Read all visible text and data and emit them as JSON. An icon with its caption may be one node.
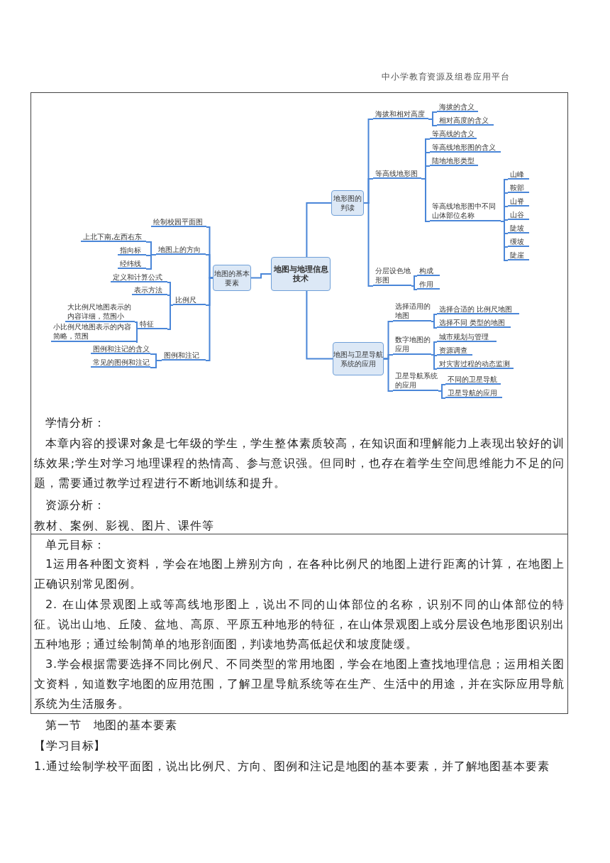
{
  "diagram": {
    "nodes": [
      {
        "text": [
          "地图与地理信息技术"
        ]
      },
      {
        "text": [
          "地图的基本要素"
        ]
      },
      {
        "text": [
          "绘制校园平面图"
        ]
      },
      {
        "text": [
          "地图上的方向"
        ]
      },
      {
        "text": [
          "上北下南,左西右东"
        ]
      },
      {
        "text": [
          "指向标"
        ]
      },
      {
        "text": [
          "经纬线"
        ]
      },
      {
        "text": [
          "比例尺"
        ]
      },
      {
        "text": [
          "定义和计算公式"
        ]
      },
      {
        "text": [
          "表示方法"
        ]
      },
      {
        "text": [
          "特征"
        ]
      },
      {
        "text": [
          "大比例尺地图表示的内容详细，范围小"
        ]
      },
      {
        "text": [
          "小比例尺地图表示的内容简略，范围"
        ]
      },
      {
        "text": [
          "图例和注记"
        ]
      },
      {
        "text": [
          "图例和注记的含义"
        ]
      },
      {
        "text": [
          "常见的图例和注记"
        ]
      },
      {
        "text": [
          "地形图的判读"
        ]
      },
      {
        "text": [
          "海拔和相对高度"
        ]
      },
      {
        "text": [
          "海拔的含义"
        ]
      },
      {
        "text": [
          "相对高度的含义"
        ]
      },
      {
        "text": [
          "等高线地形图"
        ]
      },
      {
        "text": [
          "等高线的含义"
        ]
      },
      {
        "text": [
          "等高线地形图的含义"
        ]
      },
      {
        "text": [
          "陆地地形类型"
        ]
      },
      {
        "text": [
          "等高线地形图中不同山体部位名称"
        ]
      },
      {
        "text": [
          "山峰"
        ]
      },
      {
        "text": [
          "鞍部"
        ]
      },
      {
        "text": [
          "山脊"
        ]
      },
      {
        "text": [
          "山谷"
        ]
      },
      {
        "text": [
          "陡坡"
        ]
      },
      {
        "text": [
          "缓坡"
        ]
      },
      {
        "text": [
          "陡崖"
        ]
      },
      {
        "text": [
          "分层设色地形图"
        ]
      },
      {
        "text": [
          "构成"
        ]
      },
      {
        "text": [
          "作用"
        ]
      },
      {
        "text": [
          "地图与卫星导航系统的应用"
        ]
      },
      {
        "text": [
          "选择适用的地图"
        ]
      },
      {
        "text": [
          "选择合适的 比例尺地图"
        ]
      },
      {
        "text": [
          "选择不同 类型的地图"
        ]
      },
      {
        "text": [
          "数字地图的应用"
        ]
      },
      {
        "text": [
          "城市规划与管理"
        ]
      },
      {
        "text": [
          "资源调查"
        ]
      },
      {
        "text": [
          "对灾害过程的动态监测"
        ]
      },
      {
        "text": [
          "卫星导航系统的应用"
        ]
      },
      {
        "text": [
          "不同的卫星导航"
        ]
      },
      {
        "text": [
          "卫星导航的应用"
        ]
      }
    ],
    "edges": [
      {
        "from": 0,
        "to": 1,
        "arrow": "none"
      },
      {
        "from": 1,
        "to": 2,
        "arrow": "none"
      },
      {
        "from": 1,
        "to": 3,
        "arrow": "none"
      },
      {
        "from": 3,
        "to": 4,
        "arrow": "none"
      },
      {
        "from": 3,
        "to": 5,
        "arrow": "none"
      },
      {
        "from": 3,
        "to": 6,
        "arrow": "none"
      },
      {
        "from": 1,
        "to": 7,
        "arrow": "none"
      },
      {
        "from": 7,
        "to": 8,
        "arrow": "none"
      },
      {
        "from": 7,
        "to": 9,
        "arrow": "none"
      },
      {
        "from": 7,
        "to": 10,
        "arrow": "none"
      },
      {
        "from": 10,
        "to": 11,
        "arrow": "none"
      },
      {
        "from": 10,
        "to": 12,
        "arrow": "none"
      },
      {
        "from": 1,
        "to": 13,
        "arrow": "none"
      },
      {
        "from": 13,
        "to": 14,
        "arrow": "none"
      },
      {
        "from": 13,
        "to": 15,
        "arrow": "none"
      },
      {
        "from": 0,
        "to": 16,
        "arrow": "none"
      },
      {
        "from": 16,
        "to": 17,
        "arrow": "none"
      },
      {
        "from": 17,
        "to": 18,
        "arrow": "none"
      },
      {
        "from": 17,
        "to": 19,
        "arrow": "none"
      },
      {
        "from": 16,
        "to": 20,
        "arrow": "none"
      },
      {
        "from": 20,
        "to": 21,
        "arrow": "none"
      },
      {
        "from": 20,
        "to": 22,
        "arrow": "none"
      },
      {
        "from": 20,
        "to": 23,
        "arrow": "none"
      },
      {
        "from": 20,
        "to": 24,
        "arrow": "none"
      },
      {
        "from": 24,
        "to": 25,
        "arrow": "none"
      },
      {
        "from": 24,
        "to": 26,
        "arrow": "none"
      },
      {
        "from": 24,
        "to": 27,
        "arrow": "none"
      },
      {
        "from": 24,
        "to": 28,
        "arrow": "none"
      },
      {
        "from": 24,
        "to": 29,
        "arrow": "none"
      },
      {
        "from": 24,
        "to": 30,
        "arrow": "none"
      },
      {
        "from": 24,
        "to": 31,
        "arrow": "none"
      },
      {
        "from": 16,
        "to": 32,
        "arrow": "none"
      },
      {
        "from": 32,
        "to": 33,
        "arrow": "none"
      },
      {
        "from": 32,
        "to": 34,
        "arrow": "none"
      },
      {
        "from": 0,
        "to": 35,
        "arrow": "none"
      },
      {
        "from": 35,
        "to": 36,
        "arrow": "none"
      },
      {
        "from": 36,
        "to": 37,
        "arrow": "none"
      },
      {
        "from": 36,
        "to": 38,
        "arrow": "none"
      },
      {
        "from": 35,
        "to": 39,
        "arrow": "none"
      },
      {
        "from": 39,
        "to": 40,
        "arrow": "none"
      },
      {
        "from": 39,
        "to": 41,
        "arrow": "none"
      },
      {
        "from": 39,
        "to": 42,
        "arrow": "none"
      },
      {
        "from": 35,
        "to": 43,
        "arrow": "none"
      },
      {
        "from": 43,
        "to": 44,
        "arrow": "none"
      },
      {
        "from": 43,
        "to": 45,
        "arrow": "none"
      }
    ],
    "labels": [
      "中小学教育资源及组卷应用平台",
      "学情分析：",
      "本章内容的授课对象是七年级的学生，学生整体素质较高，在知识面和理解能力上表现出较好的训练效果;学生对学习地理课程的热情高、参与意识强。但同时，也存在着学生空间思维能力不足的问题，需要通过教学过程进行不断地训练和提升。",
      "资源分析：",
      "教材、案例、影视、图片、课件等",
      "单元目标：",
      "1运用各种图文资料，学会在地图上辨别方向，在各种比例尺的地图上进行距离的计算，在地图上正确识别常见图例。",
      "2.  在山体景观图上或等高线地形图上，说出不同的山体部位的名称，识别不同的山体部位的特征。说出山地、丘陵、盆地、高原、平原五种地形的特征，在山体景观图上或分层设色地形图识别出五种地形；通过绘制简单的地形剖面图，判读地势高低起伏和坡度陡缓。",
      "3.学会根据需要选择不同比例尺、不同类型的常用地图，学会在地图上查找地理信息；运用相关图文资料，知道数字地图的应用范围，了解卫星导航系统等在生产、生活中的用途，并在实际应用导航系统为生活服务。",
      "第一节　地图的基本要素",
      "【学习目标】",
      "1.通过绘制学校平面图，说出比例尺、方向、图例和注记是地图的基本要素，并了解地图基本要素"
    ]
  }
}
